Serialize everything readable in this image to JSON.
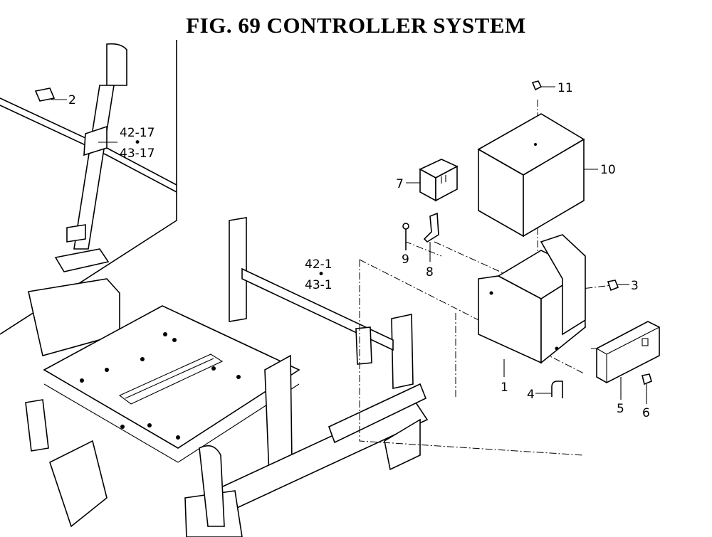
{
  "title": "FIG. 69  CONTROLLER SYSTEM",
  "callouts": {
    "c1": "1",
    "c2": "2",
    "c3": "3",
    "c4": "4",
    "c5": "5",
    "c6": "6",
    "c7": "7",
    "c8": "8",
    "c9": "9",
    "c10": "10",
    "c11": "11",
    "c42_17": "42-17",
    "c43_17": "43-17",
    "c42_1": "42-1",
    "c43_1": "43-1"
  }
}
